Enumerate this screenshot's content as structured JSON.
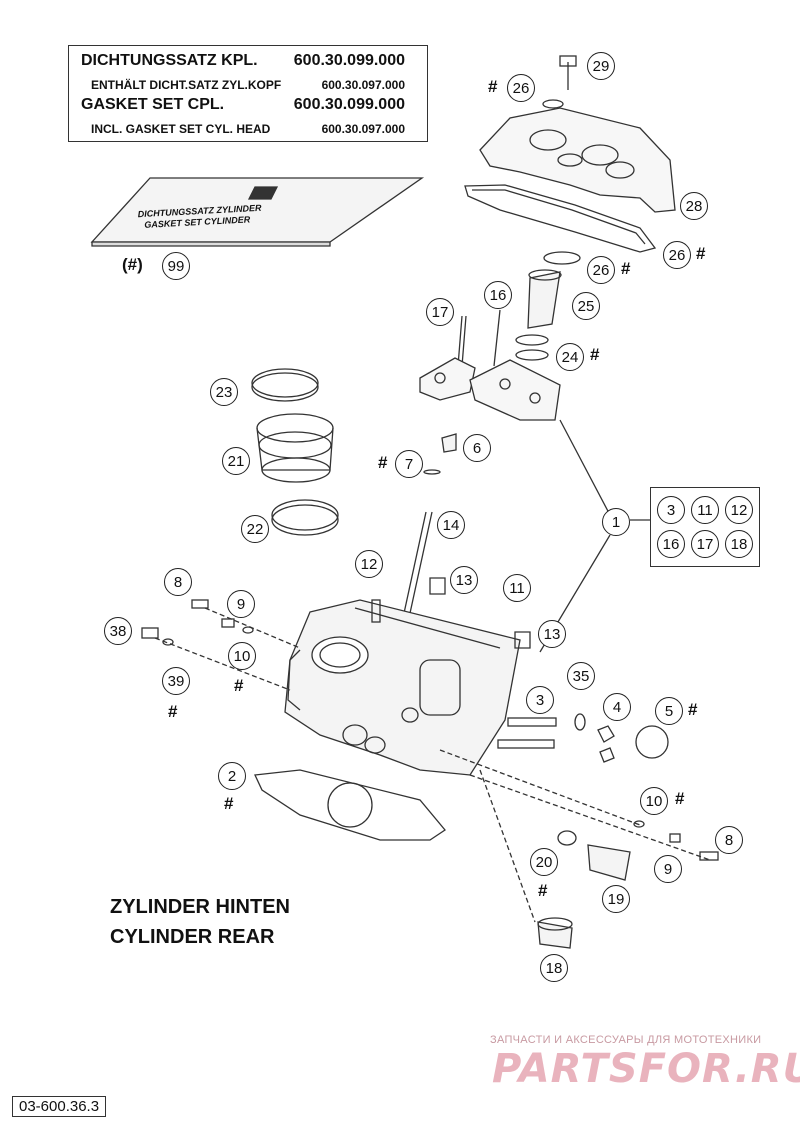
{
  "gasket_box": {
    "line1_label": "DICHTUNGSSATZ KPL.",
    "line1_number": "600.30.099.000",
    "line2_label": "ENTHÄLT DICHT.SATZ ZYL.KOPF",
    "line2_number": "600.30.097.000",
    "line3_label": "GASKET SET CPL.",
    "line3_number": "600.30.099.000",
    "line4_label": "INCL. GASKET SET CYL. HEAD",
    "line4_number": "600.30.097.000"
  },
  "gasket_pack": {
    "line1": "DICHTUNGSSATZ ZYLINDER",
    "line2": "GASKET SET CYLINDER",
    "ref_prefix": "(#)",
    "ref_number": "99"
  },
  "title": {
    "line1": "ZYLINDER HINTEN",
    "line2": "CYLINDER REAR"
  },
  "drawing_code": "03-600.36.3",
  "watermark": {
    "tagline": "ЗАПЧАСТИ И АКСЕССУАРЫ ДЛЯ МОТОТЕХНИКИ",
    "logo": "PARTSFOR.RU"
  },
  "legend_numbers": [
    "3",
    "11",
    "12",
    "16",
    "17",
    "18"
  ],
  "hash_symbol": "#",
  "callouts": [
    {
      "id": "29",
      "hash": false
    },
    {
      "id": "26",
      "hash": true
    },
    {
      "id": "28",
      "hash": false
    },
    {
      "id": "26",
      "hash": true
    },
    {
      "id": "26",
      "hash": true
    },
    {
      "id": "25",
      "hash": false
    },
    {
      "id": "24",
      "hash": true
    },
    {
      "id": "17",
      "hash": false
    },
    {
      "id": "16",
      "hash": false
    },
    {
      "id": "23",
      "hash": false
    },
    {
      "id": "21",
      "hash": false
    },
    {
      "id": "22",
      "hash": false
    },
    {
      "id": "6",
      "hash": false
    },
    {
      "id": "7",
      "hash": true
    },
    {
      "id": "14",
      "hash": false
    },
    {
      "id": "1",
      "hash": false
    },
    {
      "id": "12",
      "hash": false
    },
    {
      "id": "13",
      "hash": false
    },
    {
      "id": "11",
      "hash": false
    },
    {
      "id": "13",
      "hash": false
    },
    {
      "id": "8",
      "hash": false
    },
    {
      "id": "9",
      "hash": false
    },
    {
      "id": "38",
      "hash": false
    },
    {
      "id": "10",
      "hash": true
    },
    {
      "id": "39",
      "hash": true
    },
    {
      "id": "3",
      "hash": false
    },
    {
      "id": "35",
      "hash": false
    },
    {
      "id": "4",
      "hash": false
    },
    {
      "id": "5",
      "hash": true
    },
    {
      "id": "2",
      "hash": true
    },
    {
      "id": "10",
      "hash": true
    },
    {
      "id": "8",
      "hash": false
    },
    {
      "id": "9",
      "hash": false
    },
    {
      "id": "20",
      "hash": true
    },
    {
      "id": "19",
      "hash": false
    },
    {
      "id": "18",
      "hash": false
    }
  ]
}
